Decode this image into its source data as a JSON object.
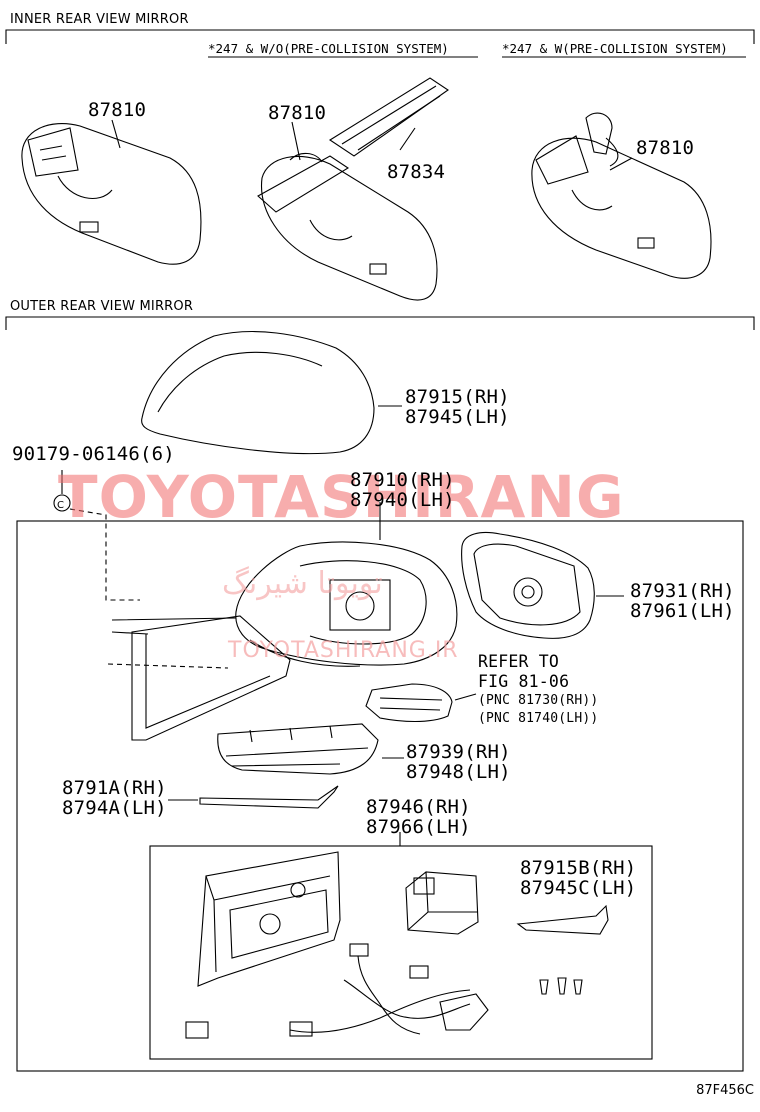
{
  "sections": {
    "inner": "INNER REAR VIEW MIRROR",
    "outer": "OUTER REAR VIEW MIRROR"
  },
  "notes": {
    "without_pcs": "*247 & W/O(PRE-COLLISION SYSTEM)",
    "with_pcs": "*247 & W(PRE-COLLISION SYSTEM)"
  },
  "parts": {
    "mirror_a": "87810",
    "mirror_b": "87810",
    "cover_inner": "87834",
    "mirror_c": "87810",
    "cover_rh": "87915(RH)",
    "cover_lh": "87945(LH)",
    "screw": "90179-06146(6)",
    "assy_rh": "87910(RH)",
    "assy_lh": "87940(LH)",
    "glass_rh": "87931(RH)",
    "glass_lh": "87961(LH)",
    "refer_line1": "REFER TO",
    "refer_line2": "FIG 81-06",
    "refer_pnc_rh": "(PNC 81730(RH))",
    "refer_pnc_lh": "(PNC 81740(LH))",
    "lower_rh": "87939(RH)",
    "lower_lh": "87948(LH)",
    "garnish_rh": "8791A(RH)",
    "garnish_lh": "8794A(LH)",
    "body_rh": "87946(RH)",
    "body_lh": "87966(LH)",
    "seal_rh": "87915B(RH)",
    "seal_lh": "87945C(LH)"
  },
  "watermark": {
    "main": "TOYOTASHIRANG",
    "sub": "TOYOTASHIRANG.IR",
    "fa": "تویوتا شیرنگ"
  },
  "figure_code": "87F456C"
}
